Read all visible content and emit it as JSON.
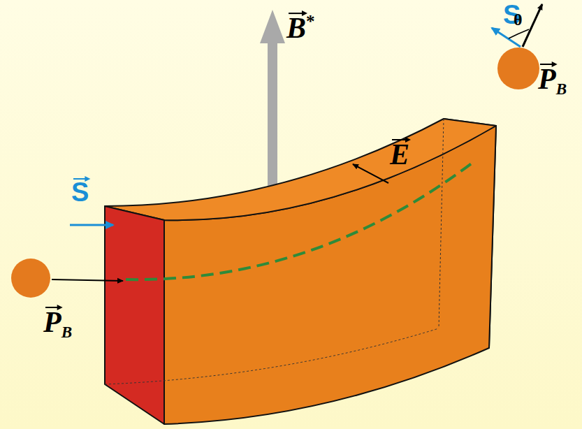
{
  "diagram": {
    "labels": [
      "S",
      "PB",
      "B*",
      "E",
      "S",
      "θ",
      "PB"
    ]
  }
}
